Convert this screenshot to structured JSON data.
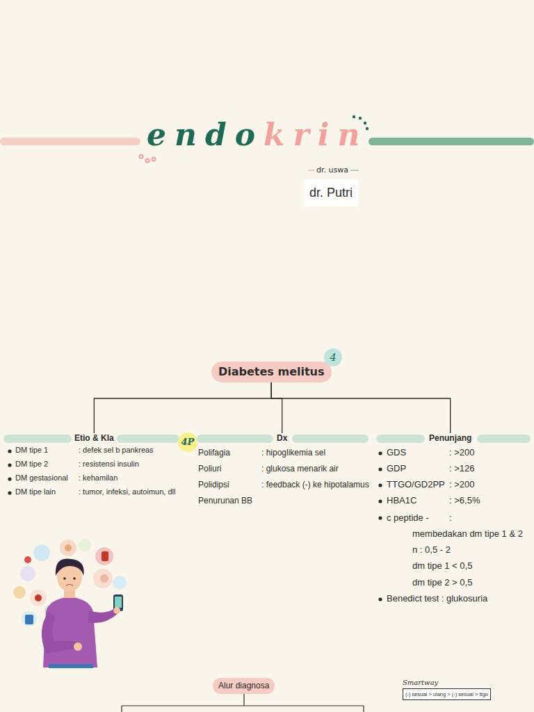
{
  "diagram": {
    "title": "endokrin",
    "nodes": [
      {
        "text": [
          "dr. Putri"
        ]
      },
      {
        "text": [
          "Diabetes melitus"
        ]
      },
      {
        "text": [
          "4"
        ]
      },
      {
        "text": [
          "Etio & Kla"
        ]
      },
      {
        "text": [
          "4P"
        ]
      },
      {
        "text": [
          "Dx"
        ]
      },
      {
        "text": [
          "Penunjang"
        ]
      },
      {
        "text": [
          "Alur diagnosa"
        ]
      },
      {
        "text": [
          "Smartway",
          "(-) sesuai > ulang > (-) sesuai > ttgo"
        ]
      }
    ],
    "edges": [
      {
        "from": 1,
        "to": 3,
        "arrow": "none"
      },
      {
        "from": 1,
        "to": 5,
        "arrow": "none"
      },
      {
        "from": 1,
        "to": 6,
        "arrow": "none"
      }
    ],
    "labels": [
      "dr. uswa",
      "DM tipe 1",
      ": defek sel b pankreas",
      "DM tipe 2",
      ": resistensi insulin",
      "DM gestasional",
      ": kehamilan",
      "DM tipe lain",
      ": tumor, infeksi, autoimun, dll",
      "Polifagia",
      ": hipoglikemia sel",
      "Poliuri",
      ": glukosa menarik air",
      "Polidipsi",
      ": feedback (-) ke hipotalamus",
      "Penurunan BB",
      "GDS",
      ": >200",
      "GDP",
      ": >126",
      "TTGO/GD2PP",
      ": >200",
      "HBA1C",
      ": >6,5%",
      "c peptide -",
      ":",
      "membedakan dm tipe 1 & 2",
      "n : 0,5 - 2",
      "dm tipe 1 < 0,5",
      "dm tipe 2 > 0,5",
      "Benedict test : glukosuria"
    ]
  }
}
